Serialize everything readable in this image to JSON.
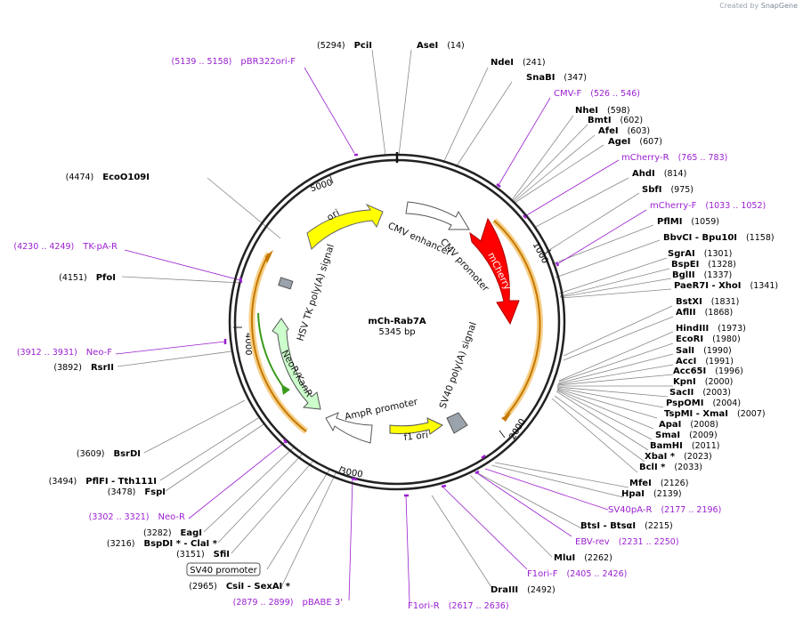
{
  "credit": {
    "prefix": "Created by",
    "brand": "SnapGene"
  },
  "plasmid": {
    "name": "mCh-Rab7A",
    "size": "5345 bp"
  },
  "ticks": [
    "1000",
    "2000",
    "3000",
    "4000",
    "5000"
  ],
  "enzymes": [
    {
      "name": "PciI",
      "pos": "(5294)"
    },
    {
      "name": "AseI",
      "pos": "(14)"
    },
    {
      "name": "NdeI",
      "pos": "(241)"
    },
    {
      "name": "SnaBI",
      "pos": "(347)"
    },
    {
      "name": "NheI",
      "pos": "(598)"
    },
    {
      "name": "BmtI",
      "pos": "(602)"
    },
    {
      "name": "AfeI",
      "pos": "(603)"
    },
    {
      "name": "AgeI",
      "pos": "(607)"
    },
    {
      "name": "AhdI",
      "pos": "(814)"
    },
    {
      "name": "SbfI",
      "pos": "(975)"
    },
    {
      "name": "PflMI",
      "pos": "(1059)"
    },
    {
      "name": "BbvCI  -  Bpu10I",
      "pos": "(1158)"
    },
    {
      "name": "SgrAI",
      "pos": "(1301)"
    },
    {
      "name": "BspEI",
      "pos": "(1328)"
    },
    {
      "name": "BglII",
      "pos": "(1337)"
    },
    {
      "name": "PaeR7I  -  XhoI",
      "pos": "(1341)"
    },
    {
      "name": "BstXI",
      "pos": "(1831)"
    },
    {
      "name": "AflII",
      "pos": "(1868)"
    },
    {
      "name": "HindIII",
      "pos": "(1973)"
    },
    {
      "name": "EcoRI",
      "pos": "(1980)"
    },
    {
      "name": "SalI",
      "pos": "(1990)"
    },
    {
      "name": "AccI",
      "pos": "(1991)"
    },
    {
      "name": "Acc65I",
      "pos": "(1996)"
    },
    {
      "name": "KpnI",
      "pos": "(2000)"
    },
    {
      "name": "SacII",
      "pos": "(2003)"
    },
    {
      "name": "PspOMI",
      "pos": "(2004)"
    },
    {
      "name": "TspMI  -  XmaI",
      "pos": "(2007)"
    },
    {
      "name": "ApaI",
      "pos": "(2008)"
    },
    {
      "name": "SmaI",
      "pos": "(2009)"
    },
    {
      "name": "BamHI",
      "pos": "(2011)"
    },
    {
      "name": "XbaI  *",
      "pos": "(2023)"
    },
    {
      "name": "BclI  *",
      "pos": "(2033)"
    },
    {
      "name": "MfeI",
      "pos": "(2126)"
    },
    {
      "name": "HpaI",
      "pos": "(2139)"
    },
    {
      "name": "BtsI  -  BtsαI",
      "pos": "(2215)"
    },
    {
      "name": "MluI",
      "pos": "(2262)"
    },
    {
      "name": "DraIII",
      "pos": "(2492)"
    },
    {
      "name": "EcoO109I",
      "pos": "(4474)"
    },
    {
      "name": "PfoI",
      "pos": "(4151)"
    },
    {
      "name": "RsrII",
      "pos": "(3892)"
    },
    {
      "name": "BsrDI",
      "pos": "(3609)"
    },
    {
      "name": "PflFI  -  Tth111I",
      "pos": "(3494)"
    },
    {
      "name": "FspI",
      "pos": "(3478)"
    },
    {
      "name": "EagI",
      "pos": "(3282)"
    },
    {
      "name": "BspDI  *  -  ClaI  *",
      "pos": "(3216)"
    },
    {
      "name": "SfiI",
      "pos": "(3151)"
    },
    {
      "name": "CsiI  -  SexAI  *",
      "pos": "(2965)"
    }
  ],
  "primers": [
    {
      "name": "pBR322ori-F",
      "range": "(5139 .. 5158)"
    },
    {
      "name": "CMV-F",
      "range": "(526 .. 546)"
    },
    {
      "name": "mCherry-R",
      "range": "(765 .. 783)"
    },
    {
      "name": "mCherry-F",
      "range": "(1033 .. 1052)"
    },
    {
      "name": "TK-pA-R",
      "range": "(4230 .. 4249)"
    },
    {
      "name": "Neo-F",
      "range": "(3912 .. 3931)"
    },
    {
      "name": "Neo-R",
      "range": "(3302 .. 3321)"
    },
    {
      "name": "pBABE 3'",
      "range": "(2879 .. 2899)"
    },
    {
      "name": "F1ori-R",
      "range": "(2617 .. 2636)"
    },
    {
      "name": "F1ori-F",
      "range": "(2405 .. 2426)"
    },
    {
      "name": "EBV-rev",
      "range": "(2231 .. 2250)"
    },
    {
      "name": "SV40pA-R",
      "range": "(2177 .. 2196)"
    }
  ],
  "features": {
    "ori": "ori",
    "cmv_enhancer": "CMV enhancer",
    "cmv_promoter": "CMV promoter",
    "mcherry": "mCherry",
    "sv40_polya": "SV40 poly(A) signal",
    "f1_ori": "f1 ori",
    "ampr_promoter": "AmpR promoter",
    "neo_kan": "NeoR/KanR",
    "hsv_tk": "HSV TK poly(A) signal",
    "sv40_promoter": "SV40 promoter"
  },
  "colors": {
    "backbone": "#222222",
    "ori": "#ffff00",
    "mcherry": "#ff0000",
    "neo": "#ccffcc",
    "f1ori": "#ffff00",
    "primer": "#9a1fd0",
    "orf_arc": "#cc7a00",
    "grey_feature": "#999999"
  }
}
